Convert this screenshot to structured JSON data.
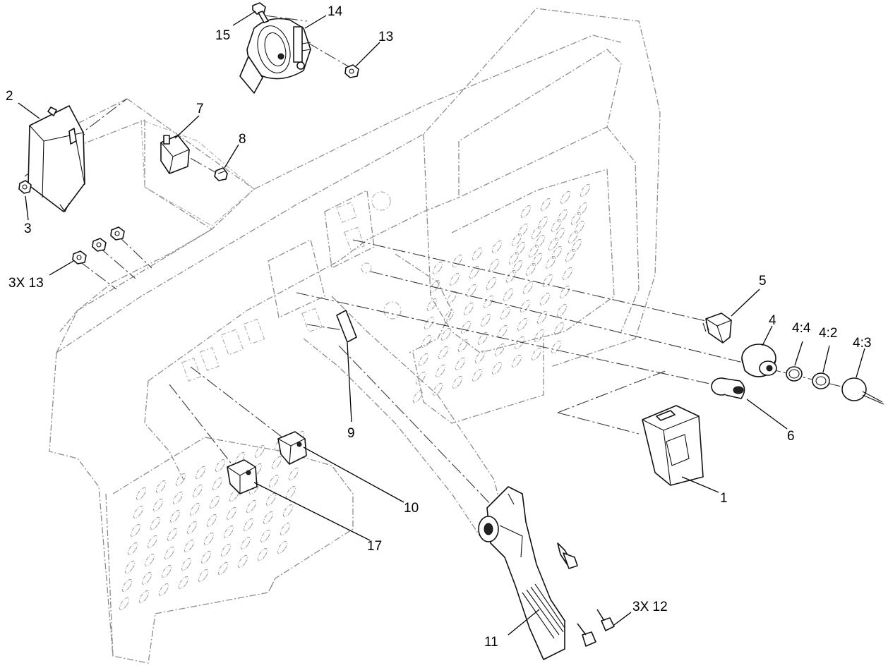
{
  "callouts": {
    "c1": "1",
    "c2": "2",
    "c3": "3",
    "c3x13": "3X 13",
    "c4": "4",
    "c4_4": "4:4",
    "c4_2": "4:2",
    "c4_3": "4:3",
    "c5": "5",
    "c6": "6",
    "c7": "7",
    "c8": "8",
    "c9": "9",
    "c10": "10",
    "c11": "11",
    "c3x12": "3X 12",
    "c13": "13",
    "c14": "14",
    "c15": "15",
    "c17": "17"
  },
  "colors": {
    "ghost_outline": "#8c8c8c",
    "part_outline": "#111111",
    "background": "#ffffff"
  }
}
